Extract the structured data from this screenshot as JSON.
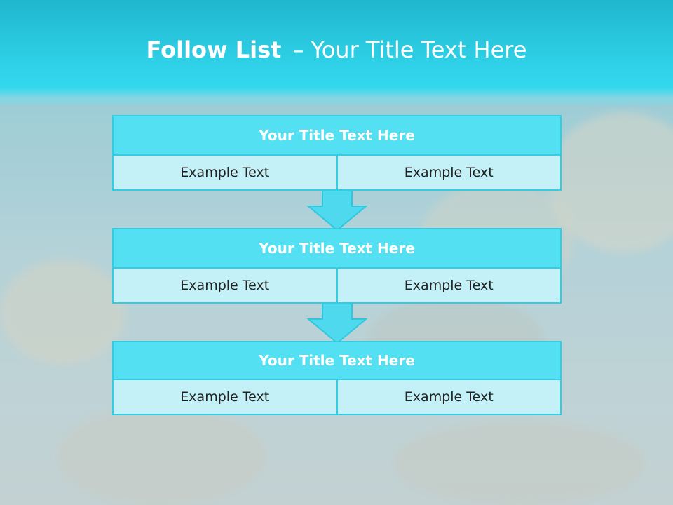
{
  "slide": {
    "title_bold": "Follow List",
    "title_dash": "–",
    "title_rest": "Your Title Text Here"
  },
  "steps": [
    {
      "title": "Your Title Text Here",
      "left": "Example Text",
      "right": "Example Text"
    },
    {
      "title": "Your Title Text Here",
      "left": "Example Text",
      "right": "Example Text"
    },
    {
      "title": "Your Title Text Here",
      "left": "Example Text",
      "right": "Example Text"
    }
  ],
  "colors": {
    "header": "#2fd2e8",
    "box_title": "#52e0f2",
    "box_cell": "#c4f1f8",
    "border": "#30cde3"
  },
  "icons": [
    "down-arrow-icon"
  ]
}
